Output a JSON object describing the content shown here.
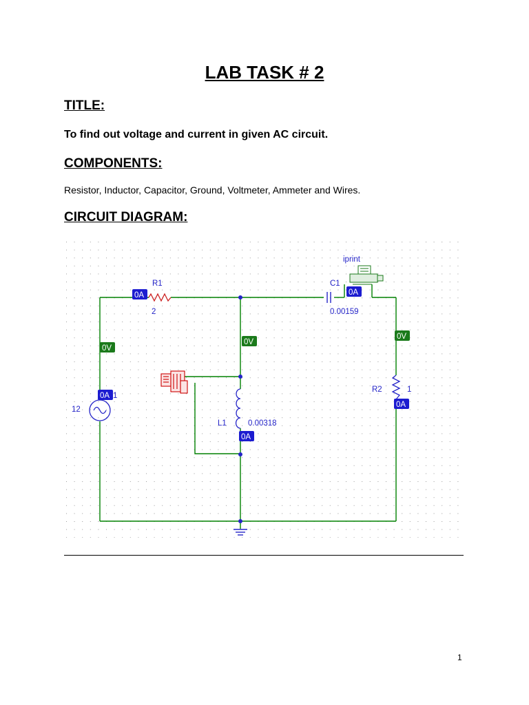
{
  "document": {
    "lab_title": "LAB TASK # 2",
    "title_heading": "TITLE:",
    "title_text": "To find out voltage and current in given AC circuit.",
    "components_heading": "COMPONENTS:",
    "components_text": "Resistor, Inductor, Capacitor, Ground, Voltmeter, Ammeter and Wires.",
    "diagram_heading": "CIRCUIT DIAGRAM:",
    "page_number": "1"
  },
  "circuit": {
    "r1": {
      "name": "R1",
      "value": "2",
      "current": "0A"
    },
    "c1": {
      "name": "C1",
      "value": "0.00159",
      "current": "0A"
    },
    "l1": {
      "name": "L1",
      "value": "0.00318",
      "current": "0A"
    },
    "r2": {
      "name": "R2",
      "value": "1",
      "current": "0A"
    },
    "source": {
      "value": "12",
      "current": "0A",
      "pin": "1"
    },
    "iprint_label": "iprint",
    "voltages": {
      "left": "0V",
      "middle": "0V",
      "right": "0V"
    },
    "colors": {
      "wire": "#008000",
      "component": "#2424c8",
      "current_probe": "#1c1cd0",
      "voltage_probe": "#1b7a1b",
      "meter": "#cc0000"
    }
  }
}
